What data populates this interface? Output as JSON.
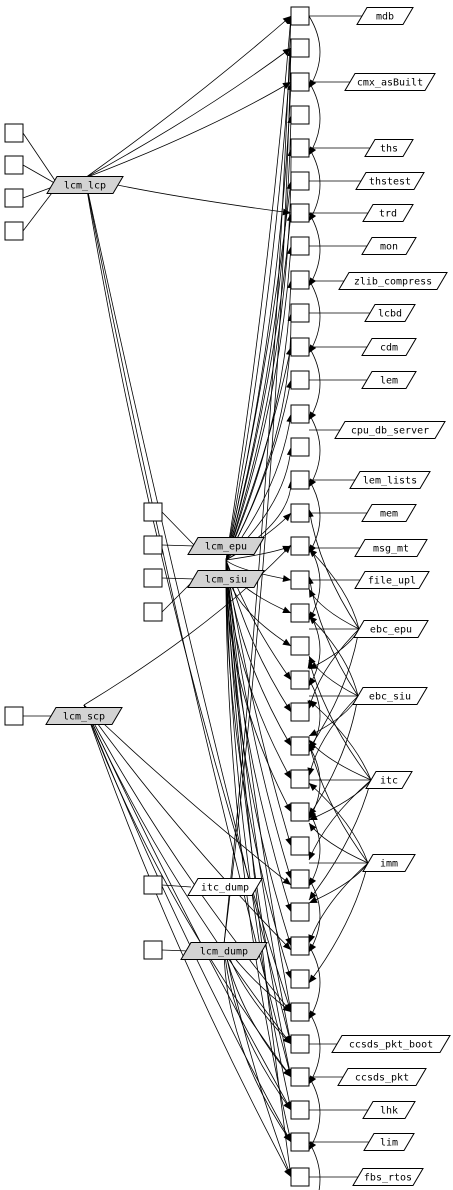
{
  "graph": {
    "lcm_nodes": [
      {
        "id": "lcm_lcp",
        "label": "lcm_lcp"
      },
      {
        "id": "lcm_epu",
        "label": "lcm_epu"
      },
      {
        "id": "lcm_siu",
        "label": "lcm_siu"
      },
      {
        "id": "lcm_scp",
        "label": "lcm_scp"
      },
      {
        "id": "lcm_dump",
        "label": "lcm_dump"
      }
    ],
    "labels": [
      {
        "id": "mdb",
        "label": "mdb"
      },
      {
        "id": "cmx_asBuilt",
        "label": "cmx_asBuilt"
      },
      {
        "id": "ths",
        "label": "ths"
      },
      {
        "id": "thstest",
        "label": "thstest"
      },
      {
        "id": "trd",
        "label": "trd"
      },
      {
        "id": "mon",
        "label": "mon"
      },
      {
        "id": "zlib_compress",
        "label": "zlib_compress"
      },
      {
        "id": "lcbd",
        "label": "lcbd"
      },
      {
        "id": "cdm",
        "label": "cdm"
      },
      {
        "id": "lem",
        "label": "lem"
      },
      {
        "id": "cpu_db_server",
        "label": "cpu_db_server"
      },
      {
        "id": "lem_lists",
        "label": "lem_lists"
      },
      {
        "id": "mem",
        "label": "mem"
      },
      {
        "id": "msg_mt",
        "label": "msg_mt"
      },
      {
        "id": "file_upl",
        "label": "file_upl"
      },
      {
        "id": "ebc_epu",
        "label": "ebc_epu"
      },
      {
        "id": "ebc_siu",
        "label": "ebc_siu"
      },
      {
        "id": "itc",
        "label": "itc"
      },
      {
        "id": "imm",
        "label": "imm"
      },
      {
        "id": "itc_dump",
        "label": "itc_dump"
      },
      {
        "id": "ccsds_pkt_boot",
        "label": "ccsds_pkt_boot"
      },
      {
        "id": "ccsds_pkt",
        "label": "ccsds_pkt"
      },
      {
        "id": "lhk",
        "label": "lhk"
      },
      {
        "id": "lim",
        "label": "lim"
      },
      {
        "id": "fbs_rtos",
        "label": "fbs_rtos"
      }
    ]
  }
}
